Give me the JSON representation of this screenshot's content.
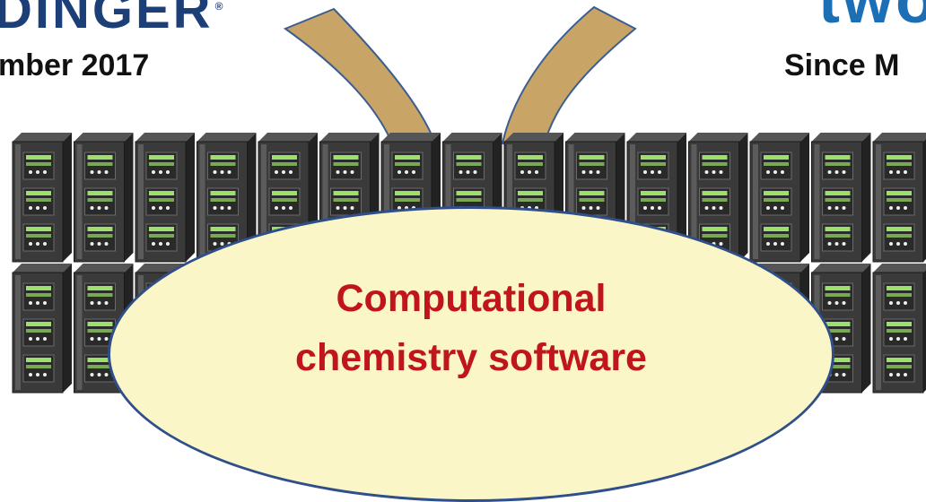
{
  "logos": {
    "left_text": "DINGER",
    "left_mark": "®",
    "right_text": "two"
  },
  "captions": {
    "left": "mber 2017",
    "right": "Since M"
  },
  "bubble": {
    "line1": "Computational",
    "line2": "chemistry software"
  },
  "colors": {
    "arrow": "#c9a467",
    "arrow_outline": "#3c5d8f",
    "rack_body": "#3a3a3a",
    "rack_highlight": "#5b5b5b",
    "led": "#9be06a",
    "bubble_fill": "#fbf6c8",
    "bubble_text": "#c0151b"
  },
  "racks": {
    "columns": 15,
    "rows": 2
  }
}
